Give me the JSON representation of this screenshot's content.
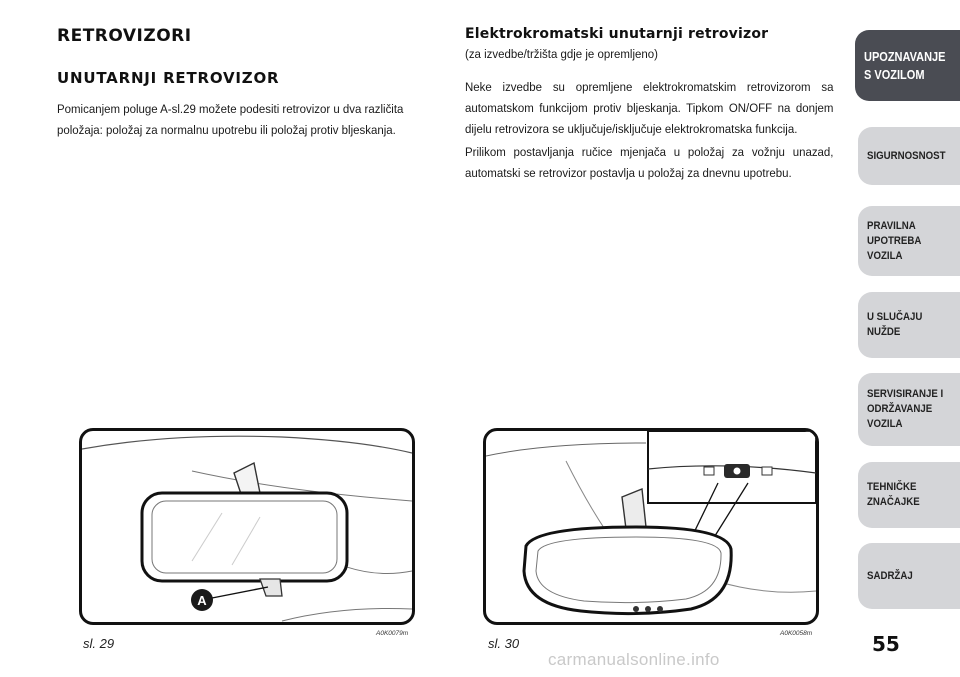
{
  "left": {
    "title": "RETROVIZORI",
    "subtitle": "UNUTARNJI  RETROVIZOR",
    "paragraph": "Pomicanjem poluge A-sl.29 možete podesiti retrovizor u dva različita položaja: položaj za normalnu upotrebu ili položaj protiv bljeskanja."
  },
  "right": {
    "title": "Elektrokromatski unutarnji retrovizor",
    "note": "(za izvedbe/tržišta gdje je opremljeno)",
    "paragraph1": "Neke izvedbe su opremljene elektrokromatskim retrovizorom sa automatskom funkcijom protiv bljeskanja. Tipkom ON/OFF na donjem dijelu retrovizora se uključuje/isključuje elektrokromatska funkcija.",
    "paragraph2": "Prilikom postavljanja ručice mjenjača u položaj za vožnju unazad, automatski se retrovizor postavlja u položaj za dnevnu upotrebu."
  },
  "sidebar": {
    "tabs": [
      {
        "label": "UPOZNAVANJE\nS VOZILOM",
        "active": true
      },
      {
        "label": "SIGURNOSNOST",
        "active": false
      },
      {
        "label": "PRAVILNA\nUPOTREBA\nVOZILA",
        "active": false
      },
      {
        "label": "U SLUČAJU\nNUŽDE",
        "active": false
      },
      {
        "label": "SERVISIRANJE I\nODRŽAVANJE\nVOZILA",
        "active": false
      },
      {
        "label": "TEHNIČKE\nZNAČAJKE",
        "active": false
      },
      {
        "label": "SADRŽAJ",
        "active": false
      }
    ]
  },
  "figures": [
    {
      "caption": "sl. 29",
      "code": "A0K0079m",
      "callout": "A"
    },
    {
      "caption": "sl. 30",
      "code": "A0K0058m"
    }
  ],
  "page_number": "55",
  "watermark": "carmanualsonline.info",
  "colors": {
    "active_tab": "#4a4c53",
    "inactive_tab": "#d4d5d8",
    "text": "#1a1a1a"
  }
}
